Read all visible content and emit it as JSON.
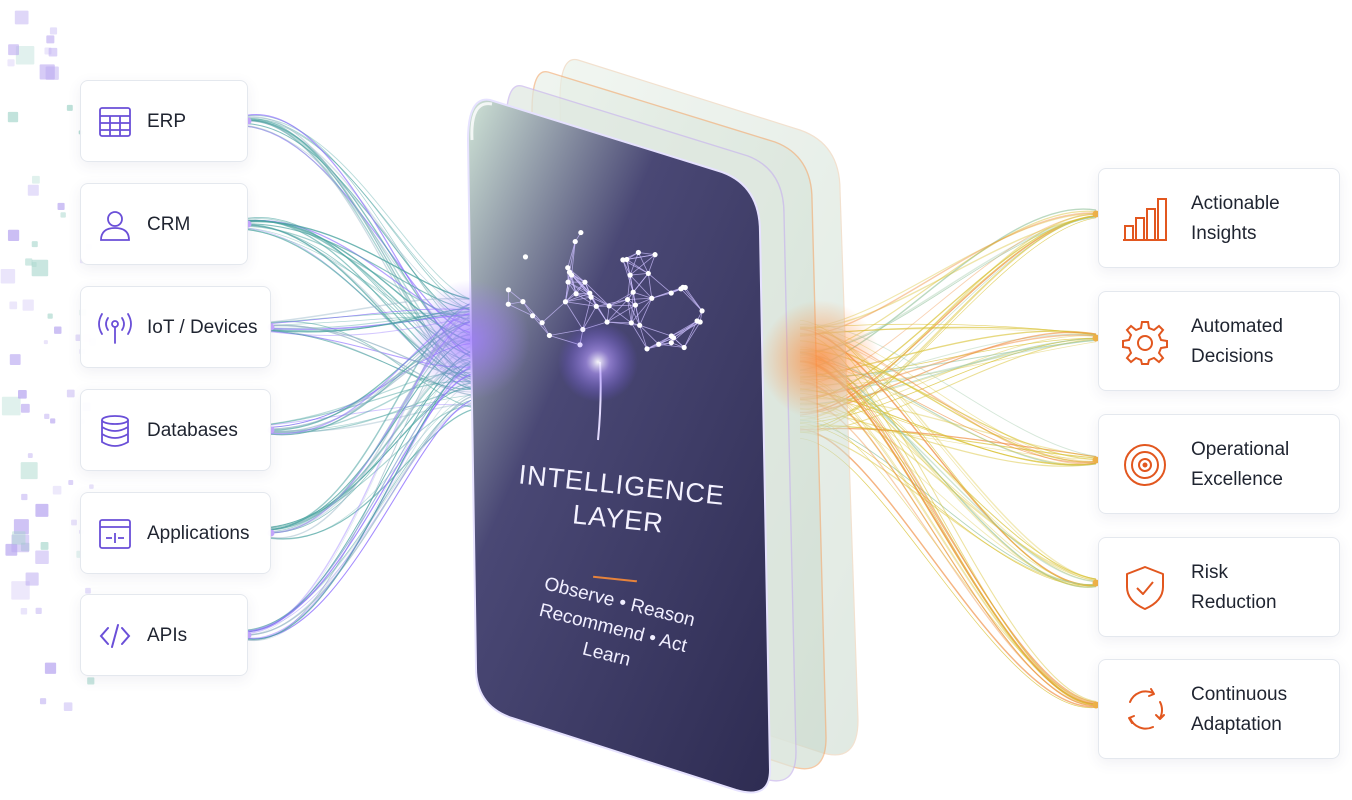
{
  "sources": [
    {
      "label": "ERP",
      "icon": "table-grid-icon"
    },
    {
      "label": "CRM",
      "icon": "user-icon"
    },
    {
      "label": "IoT / Devices",
      "icon": "broadcast-icon"
    },
    {
      "label": "Databases",
      "icon": "database-icon"
    },
    {
      "label": "Applications",
      "icon": "app-window-icon"
    },
    {
      "label": "APIs",
      "icon": "code-icon"
    }
  ],
  "intelligence_layer": {
    "title_line1": "INTELLIGENCE",
    "title_line2": "LAYER",
    "verbs_line1": "Observe • Reason",
    "verbs_line2": "Recommend • Act",
    "verbs_line3": "Learn"
  },
  "outcomes": [
    {
      "line1": "Actionable",
      "line2": "Insights",
      "icon": "bar-chart-icon"
    },
    {
      "line1": "Automated",
      "line2": "Decisions",
      "icon": "gear-icon"
    },
    {
      "line1": "Operational",
      "line2": "Excellence",
      "icon": "target-icon"
    },
    {
      "line1": "Risk",
      "line2": "Reduction",
      "icon": "shield-check-icon"
    },
    {
      "line1": "Continuous",
      "line2": "Adaptation",
      "icon": "cycle-icon"
    }
  ],
  "colors": {
    "source_icon": "#6a4fd8",
    "outcome_icon": "#e2571f",
    "panel_dark": "#37355e",
    "panel_glow": "#8c6cff",
    "accent_rule": "#e7833b",
    "left_stream": "#4aa3a0",
    "right_stream": "#d9c234"
  }
}
